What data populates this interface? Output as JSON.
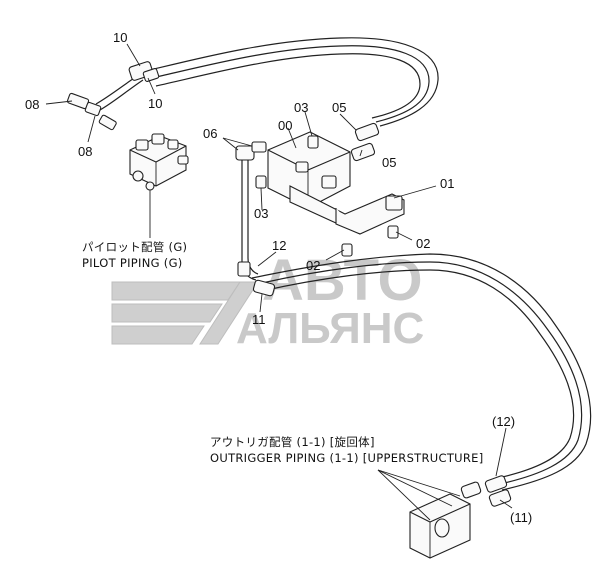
{
  "watermark": {
    "line1": "АВТО",
    "line2": "АЛЬЯНС"
  },
  "labels": {
    "l10a": "10",
    "l10b": "10",
    "l08a": "08",
    "l08b": "08",
    "l03a": "03",
    "l03b": "03",
    "l05a": "05",
    "l05b": "05",
    "l06": "06",
    "l00": "00",
    "l01": "01",
    "l02a": "02",
    "l02b": "02",
    "l12": "12",
    "l11": "11",
    "l12p": "(12)",
    "l11p": "(11)"
  },
  "captions": {
    "pilot_jp": "パイロット配管 (G)",
    "pilot_en": "PILOT PIPING (G)",
    "outrigger_jp": "アウトリガ配管 (1-1) [旋回体]",
    "outrigger_en": "OUTRIGGER PIPING (1-1) [UPPERSTRUCTURE]"
  }
}
